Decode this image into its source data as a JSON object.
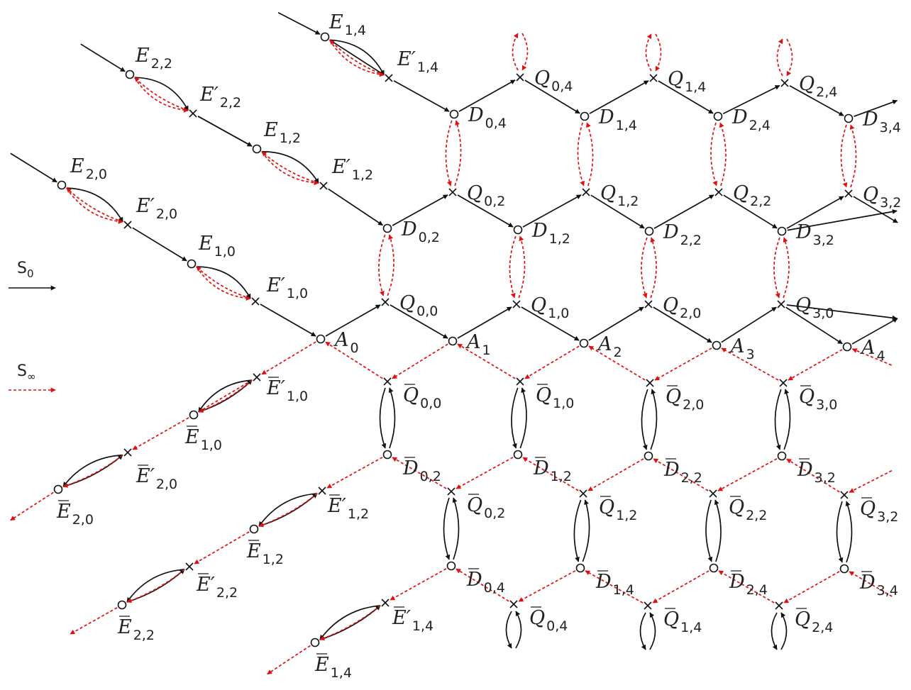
{
  "legend": [
    {
      "symbol": "S",
      "sub": "0",
      "style": "solid-black"
    },
    {
      "symbol": "S",
      "sub": "∞",
      "style": "dashed-red"
    }
  ],
  "colors": {
    "s0": "#111111",
    "sinf": "#e01010",
    "node": "#111111"
  },
  "node_markers": {
    "circle": "circle-node",
    "cross": "cross-node"
  },
  "nodes": [
    {
      "id": "E14",
      "type": "circle",
      "base": "E",
      "sub": "1,4"
    },
    {
      "id": "E14p",
      "type": "cross",
      "base": "E",
      "prime": true,
      "sub": "1,4"
    },
    {
      "id": "E22",
      "type": "circle",
      "base": "E",
      "sub": "2,2"
    },
    {
      "id": "E22p",
      "type": "cross",
      "base": "E",
      "prime": true,
      "sub": "2,2"
    },
    {
      "id": "E12",
      "type": "circle",
      "base": "E",
      "sub": "1,2"
    },
    {
      "id": "E12p",
      "type": "cross",
      "base": "E",
      "prime": true,
      "sub": "1,2"
    },
    {
      "id": "E20",
      "type": "circle",
      "base": "E",
      "sub": "2,0"
    },
    {
      "id": "E20p",
      "type": "cross",
      "base": "E",
      "prime": true,
      "sub": "2,0"
    },
    {
      "id": "E10",
      "type": "circle",
      "base": "E",
      "sub": "1,0"
    },
    {
      "id": "E10p",
      "type": "cross",
      "base": "E",
      "prime": true,
      "sub": "1,0"
    },
    {
      "id": "A0",
      "type": "circle",
      "base": "A",
      "sub": "0"
    },
    {
      "id": "A1",
      "type": "circle",
      "base": "A",
      "sub": "1"
    },
    {
      "id": "A2",
      "type": "circle",
      "base": "A",
      "sub": "2"
    },
    {
      "id": "A3",
      "type": "circle",
      "base": "A",
      "sub": "3"
    },
    {
      "id": "A4",
      "type": "circle",
      "base": "A",
      "sub": "4"
    },
    {
      "id": "Q00",
      "type": "cross",
      "base": "Q",
      "sub": "0,0"
    },
    {
      "id": "Q10",
      "type": "cross",
      "base": "Q",
      "sub": "1,0"
    },
    {
      "id": "Q20",
      "type": "cross",
      "base": "Q",
      "sub": "2,0"
    },
    {
      "id": "Q30",
      "type": "cross",
      "base": "Q",
      "sub": "3,0"
    },
    {
      "id": "D02",
      "type": "circle",
      "base": "D",
      "sub": "0,2"
    },
    {
      "id": "D12",
      "type": "circle",
      "base": "D",
      "sub": "1,2"
    },
    {
      "id": "D22",
      "type": "circle",
      "base": "D",
      "sub": "2,2"
    },
    {
      "id": "D32",
      "type": "circle",
      "base": "D",
      "sub": "3,2"
    },
    {
      "id": "Q02",
      "type": "cross",
      "base": "Q",
      "sub": "0,2"
    },
    {
      "id": "Q12",
      "type": "cross",
      "base": "Q",
      "sub": "1,2"
    },
    {
      "id": "Q22",
      "type": "cross",
      "base": "Q",
      "sub": "2,2"
    },
    {
      "id": "Q32",
      "type": "cross",
      "base": "Q",
      "sub": "3,2"
    },
    {
      "id": "D04",
      "type": "circle",
      "base": "D",
      "sub": "0,4"
    },
    {
      "id": "D14",
      "type": "circle",
      "base": "D",
      "sub": "1,4"
    },
    {
      "id": "D24",
      "type": "circle",
      "base": "D",
      "sub": "2,4"
    },
    {
      "id": "D34",
      "type": "circle",
      "base": "D",
      "sub": "3,4"
    },
    {
      "id": "Q04",
      "type": "cross",
      "base": "Q",
      "sub": "0,4"
    },
    {
      "id": "Q14",
      "type": "cross",
      "base": "Q",
      "sub": "1,4"
    },
    {
      "id": "Q24",
      "type": "cross",
      "base": "Q",
      "sub": "2,4"
    },
    {
      "id": "bQ00",
      "type": "cross",
      "base": "Q",
      "bar": true,
      "sub": "0,0"
    },
    {
      "id": "bQ10",
      "type": "cross",
      "base": "Q",
      "bar": true,
      "sub": "1,0"
    },
    {
      "id": "bQ20",
      "type": "cross",
      "base": "Q",
      "bar": true,
      "sub": "2,0"
    },
    {
      "id": "bQ30",
      "type": "cross",
      "base": "Q",
      "bar": true,
      "sub": "3,0"
    },
    {
      "id": "bD02",
      "type": "circle",
      "base": "D",
      "bar": true,
      "sub": "0,2"
    },
    {
      "id": "bD12",
      "type": "circle",
      "base": "D",
      "bar": true,
      "sub": "1,2"
    },
    {
      "id": "bD22",
      "type": "circle",
      "base": "D",
      "bar": true,
      "sub": "2,2"
    },
    {
      "id": "bD32",
      "type": "circle",
      "base": "D",
      "bar": true,
      "sub": "3,2"
    },
    {
      "id": "bQ02",
      "type": "cross",
      "base": "Q",
      "bar": true,
      "sub": "0,2"
    },
    {
      "id": "bQ12",
      "type": "cross",
      "base": "Q",
      "bar": true,
      "sub": "1,2"
    },
    {
      "id": "bQ22",
      "type": "cross",
      "base": "Q",
      "bar": true,
      "sub": "2,2"
    },
    {
      "id": "bQ32",
      "type": "cross",
      "base": "Q",
      "bar": true,
      "sub": "3,2"
    },
    {
      "id": "bD04",
      "type": "circle",
      "base": "D",
      "bar": true,
      "sub": "0,4"
    },
    {
      "id": "bD14",
      "type": "circle",
      "base": "D",
      "bar": true,
      "sub": "1,4"
    },
    {
      "id": "bD24",
      "type": "circle",
      "base": "D",
      "bar": true,
      "sub": "2,4"
    },
    {
      "id": "bD34",
      "type": "circle",
      "base": "D",
      "bar": true,
      "sub": "3,4"
    },
    {
      "id": "bQ04",
      "type": "cross",
      "base": "Q",
      "bar": true,
      "sub": "0,4"
    },
    {
      "id": "bQ14",
      "type": "cross",
      "base": "Q",
      "bar": true,
      "sub": "1,4"
    },
    {
      "id": "bQ24",
      "type": "cross",
      "base": "Q",
      "bar": true,
      "sub": "2,4"
    },
    {
      "id": "bE10p",
      "type": "cross",
      "base": "E",
      "bar": true,
      "prime": true,
      "sub": "1,0"
    },
    {
      "id": "bE10",
      "type": "circle",
      "base": "E",
      "bar": true,
      "sub": "1,0"
    },
    {
      "id": "bE20p",
      "type": "cross",
      "base": "E",
      "bar": true,
      "prime": true,
      "sub": "2,0"
    },
    {
      "id": "bE20",
      "type": "circle",
      "base": "E",
      "bar": true,
      "sub": "2,0"
    },
    {
      "id": "bE12p",
      "type": "cross",
      "base": "E",
      "bar": true,
      "prime": true,
      "sub": "1,2"
    },
    {
      "id": "bE12",
      "type": "circle",
      "base": "E",
      "bar": true,
      "sub": "1,2"
    },
    {
      "id": "bE22p",
      "type": "cross",
      "base": "E",
      "bar": true,
      "prime": true,
      "sub": "2,2"
    },
    {
      "id": "bE22",
      "type": "circle",
      "base": "E",
      "bar": true,
      "sub": "2,2"
    },
    {
      "id": "bE14p",
      "type": "cross",
      "base": "E",
      "bar": true,
      "prime": true,
      "sub": "1,4"
    },
    {
      "id": "bE14",
      "type": "circle",
      "base": "E",
      "bar": true,
      "sub": "1,4"
    }
  ]
}
